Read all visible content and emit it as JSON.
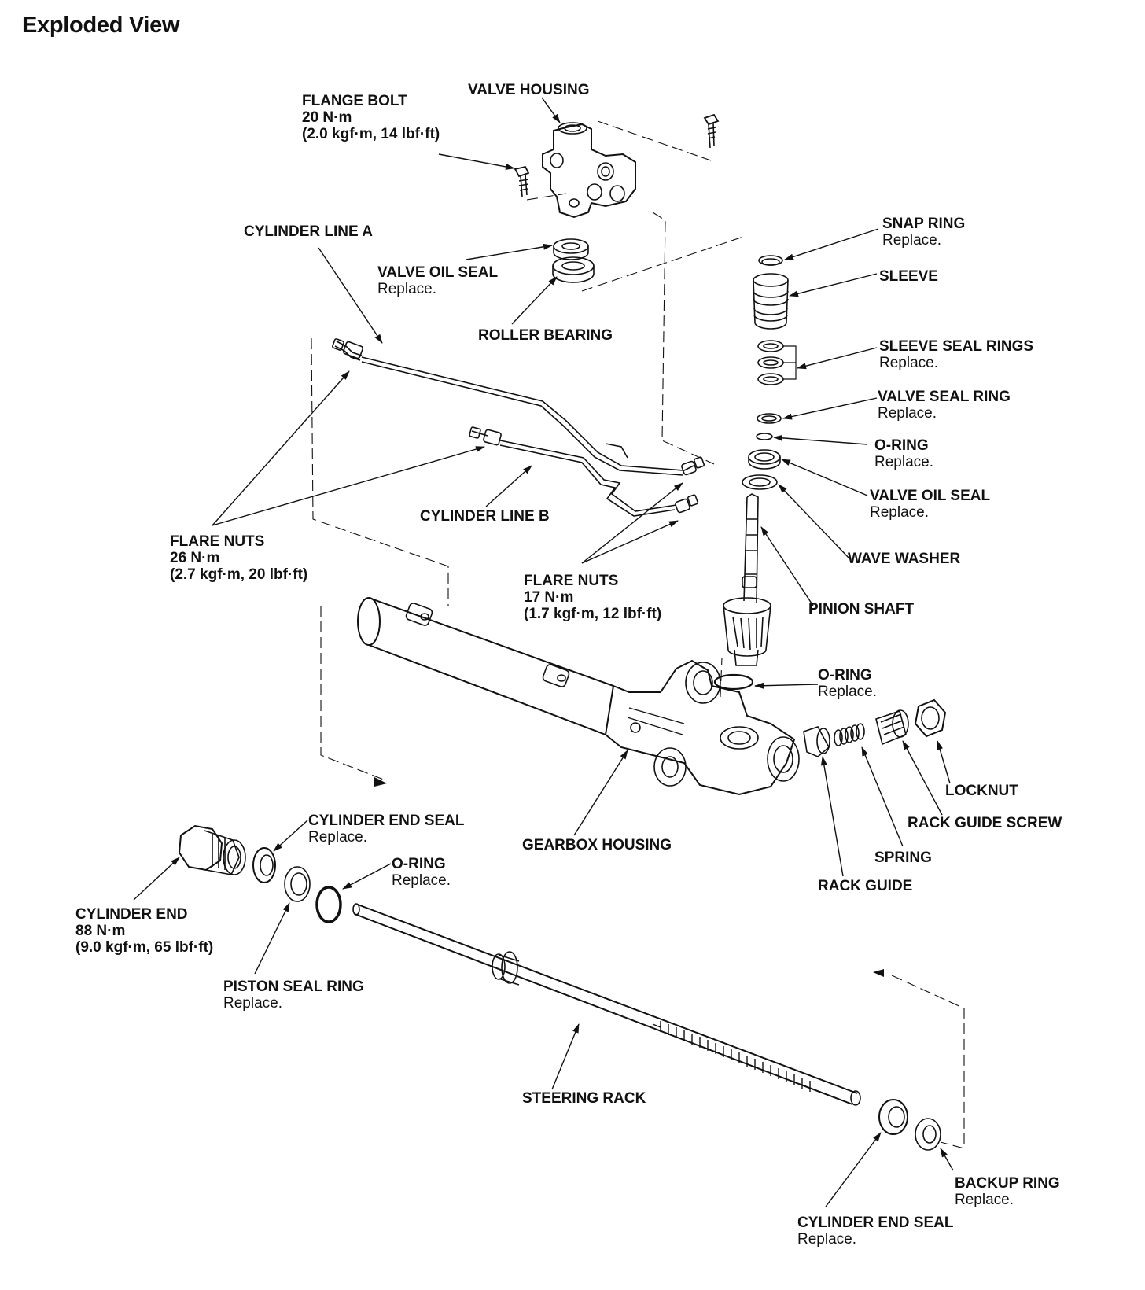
{
  "title": "Exploded View",
  "labels": {
    "flange_bolt": {
      "name": "FLANGE BOLT",
      "torque": "20 N·m",
      "torque_alt": "(2.0 kgf·m, 14 lbf·ft)"
    },
    "valve_housing": {
      "name": "VALVE HOUSING"
    },
    "cylinder_line_a": {
      "name": "CYLINDER LINE A"
    },
    "valve_oil_seal_top": {
      "name": "VALVE OIL SEAL",
      "note": "Replace."
    },
    "roller_bearing": {
      "name": "ROLLER BEARING"
    },
    "snap_ring": {
      "name": "SNAP RING",
      "note": "Replace."
    },
    "sleeve": {
      "name": "SLEEVE"
    },
    "sleeve_seal_rings": {
      "name": "SLEEVE SEAL RINGS",
      "note": "Replace."
    },
    "valve_seal_ring": {
      "name": "VALVE SEAL RING",
      "note": "Replace."
    },
    "o_ring_upper": {
      "name": "O-RING",
      "note": "Replace."
    },
    "valve_oil_seal_mid": {
      "name": "VALVE OIL SEAL",
      "note": "Replace."
    },
    "wave_washer": {
      "name": "WAVE WASHER"
    },
    "pinion_shaft": {
      "name": "PINION SHAFT"
    },
    "cylinder_line_b": {
      "name": "CYLINDER LINE B"
    },
    "flare_nuts_left": {
      "name": "FLARE NUTS",
      "torque": "26 N·m",
      "torque_alt": "(2.7 kgf·m, 20 lbf·ft)"
    },
    "flare_nuts_right": {
      "name": "FLARE NUTS",
      "torque": "17 N·m",
      "torque_alt": "(1.7 kgf·m, 12 lbf·ft)"
    },
    "o_ring_gearbox": {
      "name": "O-RING",
      "note": "Replace."
    },
    "locknut": {
      "name": "LOCKNUT"
    },
    "rack_guide_screw": {
      "name": "RACK GUIDE SCREW"
    },
    "spring": {
      "name": "SPRING"
    },
    "rack_guide": {
      "name": "RACK GUIDE"
    },
    "gearbox_housing": {
      "name": "GEARBOX HOUSING"
    },
    "cylinder_end_seal_left": {
      "name": "CYLINDER END SEAL",
      "note": "Replace."
    },
    "o_ring_lower": {
      "name": "O-RING",
      "note": "Replace."
    },
    "cylinder_end": {
      "name": "CYLINDER END",
      "torque": "88 N·m",
      "torque_alt": "(9.0 kgf·m, 65 lbf·ft)"
    },
    "piston_seal_ring": {
      "name": "PISTON SEAL RING",
      "note": "Replace."
    },
    "steering_rack": {
      "name": "STEERING RACK"
    },
    "backup_ring": {
      "name": "BACKUP RING",
      "note": "Replace."
    },
    "cylinder_end_seal_right": {
      "name": "CYLINDER END SEAL",
      "note": "Replace."
    }
  }
}
